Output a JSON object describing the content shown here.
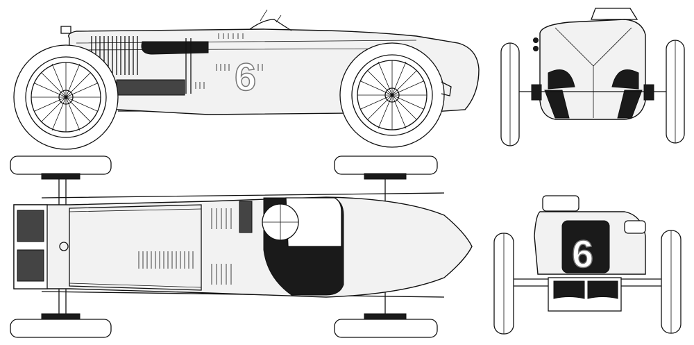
{
  "drawing": {
    "subject": "",
    "race_number": "6",
    "views": [
      "side",
      "front",
      "top",
      "rear"
    ],
    "colors": {
      "line": "#111111",
      "paper": "#ffffff",
      "panel": "#f2f2f2",
      "shadow": "#1a1a1a"
    }
  }
}
